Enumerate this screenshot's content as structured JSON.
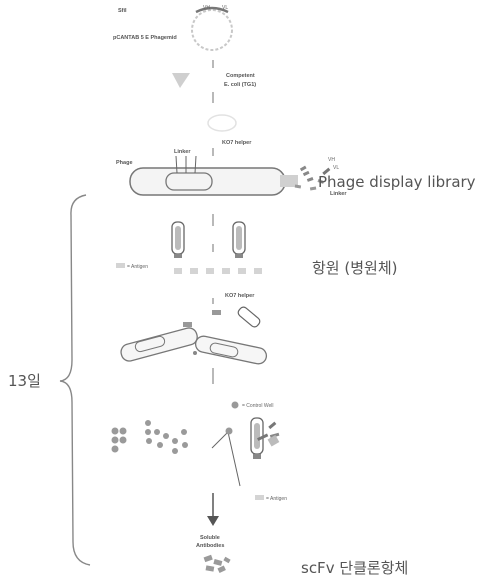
{
  "labels": {
    "vector": "pCANTAB 5 E Phagemid",
    "sfi": "SfiI",
    "vh": "VH",
    "vl": "VL",
    "competent_line1": "Competent",
    "competent_line2": "E. coli (TG1)",
    "helper1": "KO7 helper",
    "phage": "Phage",
    "linker": "Linker",
    "linker2": "Linker",
    "ss_vh": "VH",
    "ss_vl": "VL",
    "phage_library": "Phage display library",
    "antigen_legend": "= Antigen",
    "antigen_big": "항원 (병원체)",
    "helper2": "KO7 helper",
    "day_count": "13일",
    "control_well": "= Control Well",
    "antigen_legend2": "= Antigen",
    "soluble_line1": "Soluble",
    "soluble_line2": "Antibodies",
    "scfv": "scFv 단클론항체"
  },
  "colors": {
    "line": "#8a8a8a",
    "dark_line": "#555555",
    "dot": "#9a9a9a",
    "label": "#555555"
  }
}
